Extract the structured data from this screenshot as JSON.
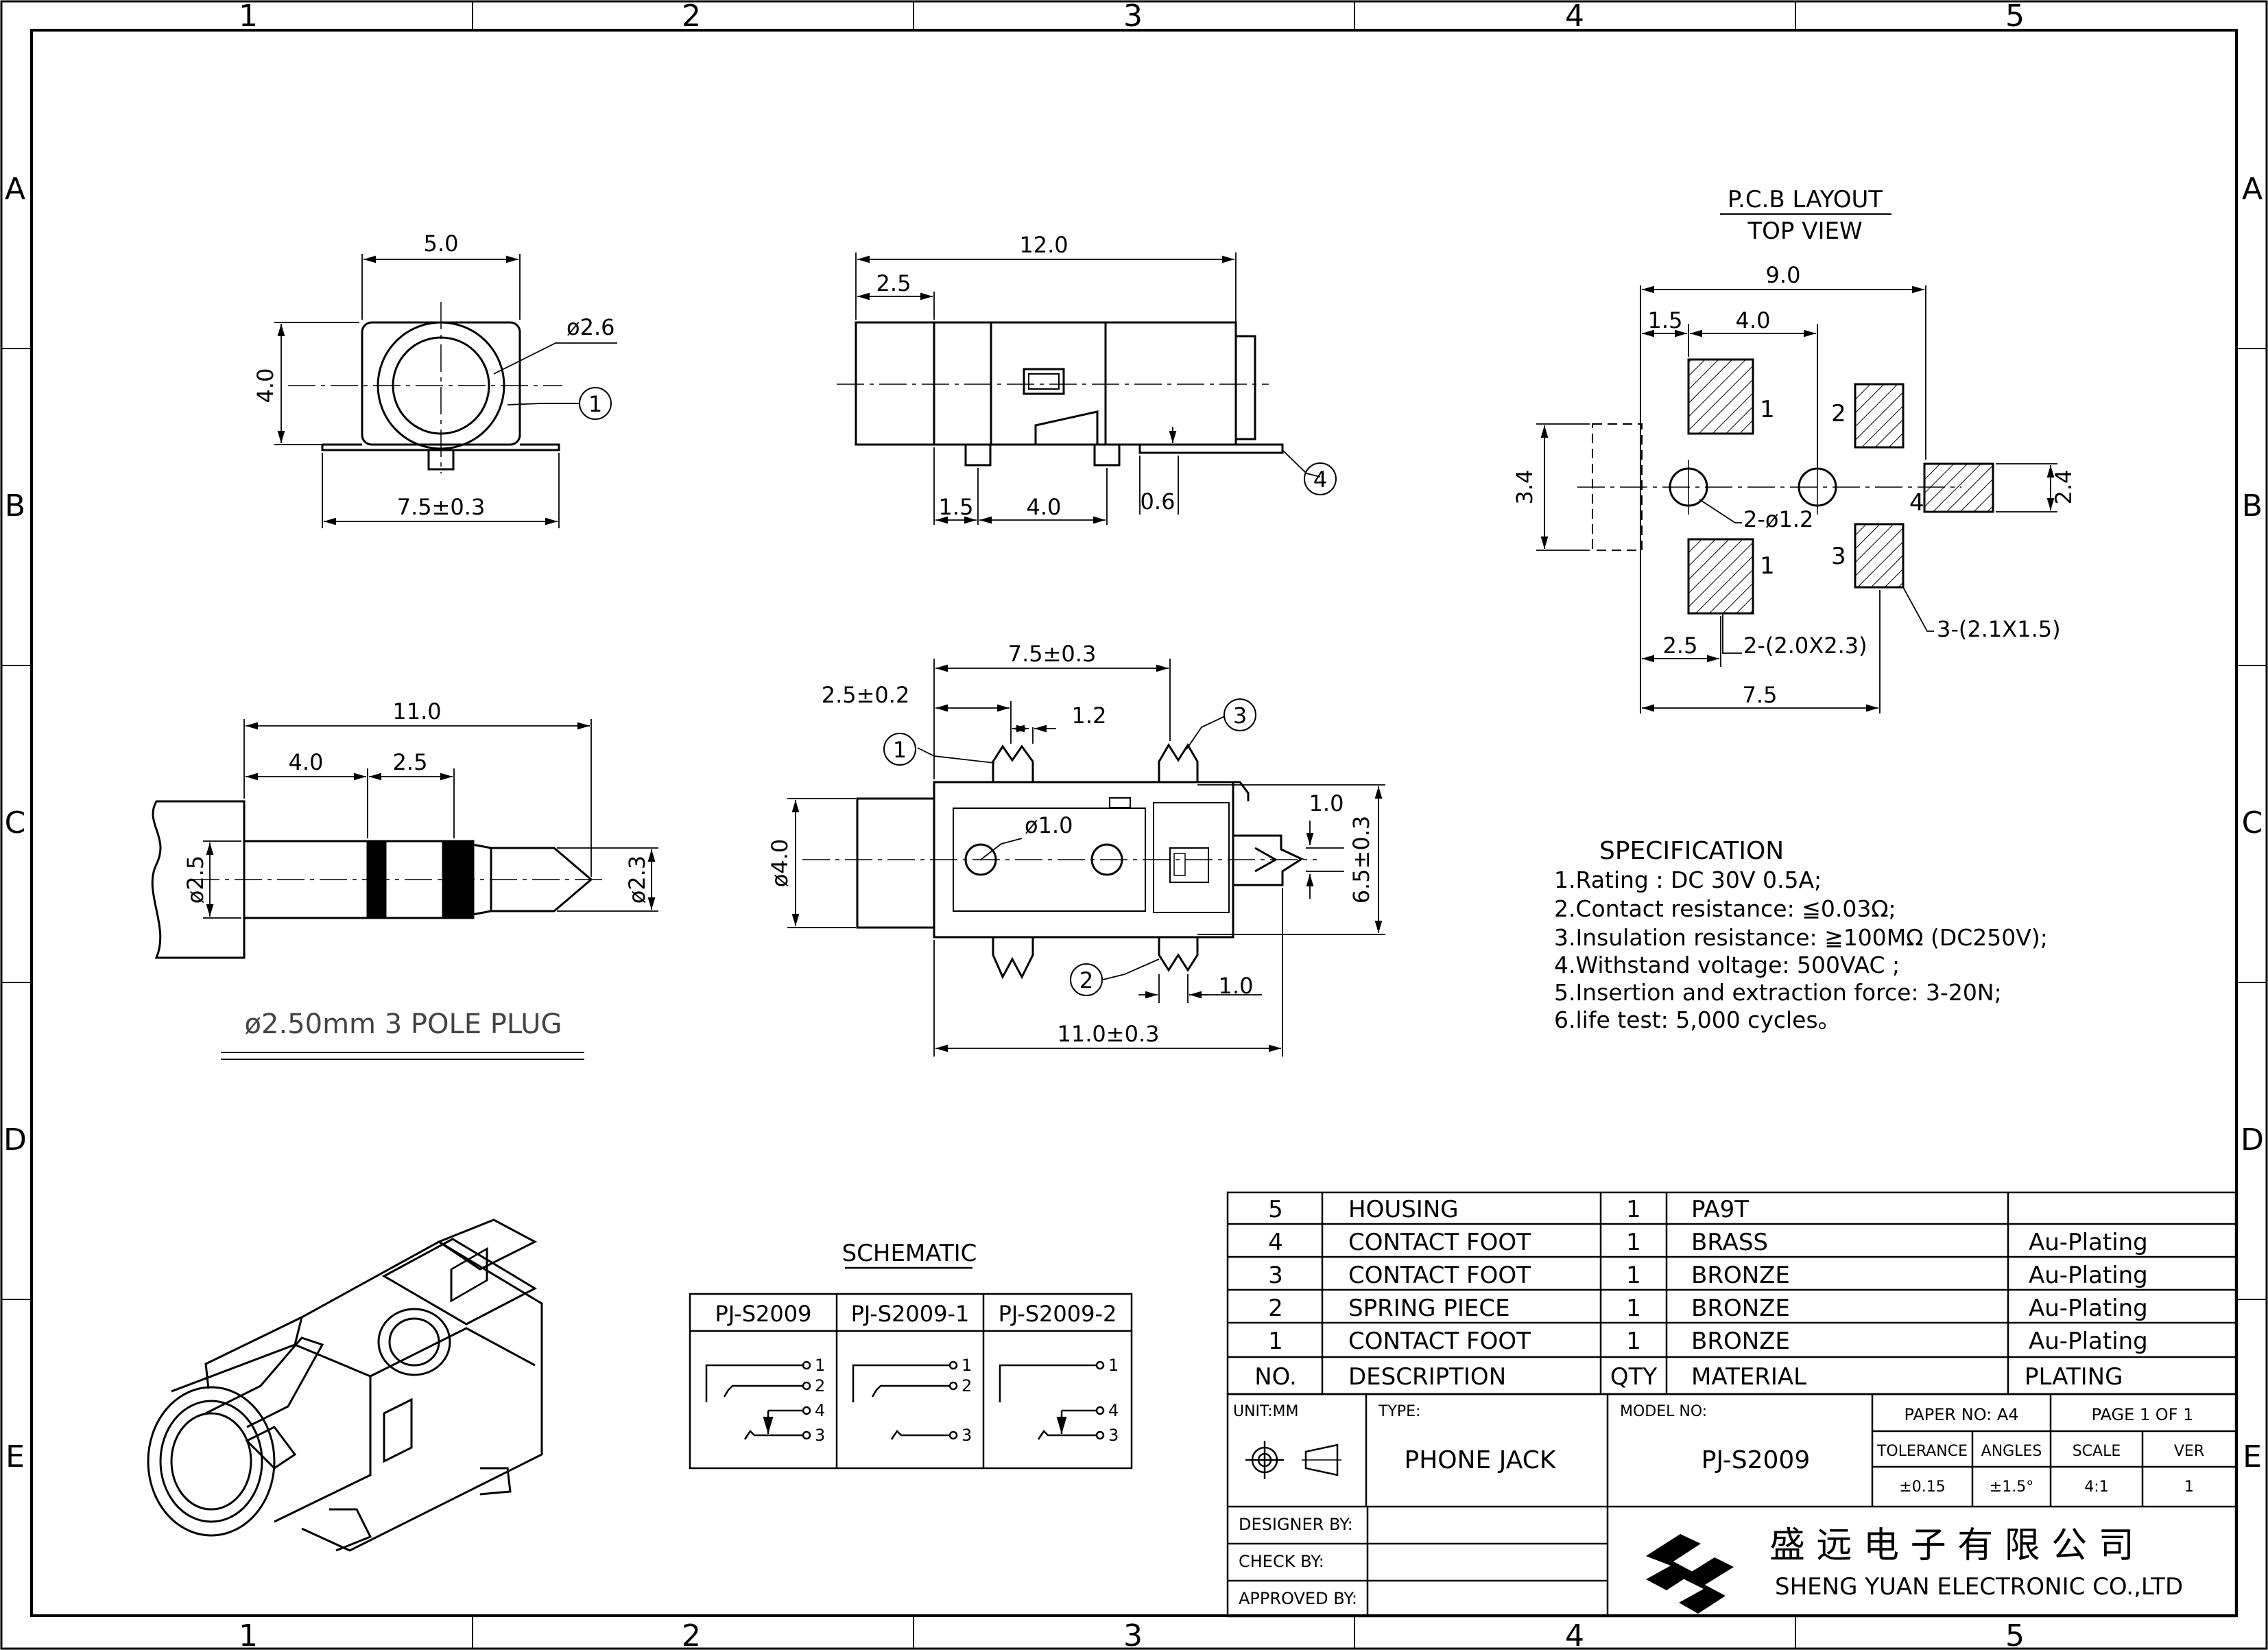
{
  "frame": {
    "columns": [
      "1",
      "2",
      "3",
      "4",
      "5"
    ],
    "rows": [
      "A",
      "B",
      "C",
      "D",
      "E"
    ]
  },
  "front_view": {
    "width": "5.0",
    "height": "4.0",
    "bore": "ø2.6",
    "base": "7.5±0.3",
    "callout": "1"
  },
  "side_view": {
    "length": "12.0",
    "nose": "2.5",
    "pin_offset": "1.5",
    "pin_pitch": "4.0",
    "foot": "0.6",
    "callout": "4"
  },
  "pcb": {
    "title": "P.C.B LAYOUT",
    "subtitle": "TOP VIEW",
    "dims": {
      "overall_width": "9.0",
      "left_offset": "1.5",
      "pad_pitch": "4.0",
      "height_left": "3.4",
      "height_right": "2.4",
      "holes": "2-ø1.2",
      "pad1": "2-(2.0X2.3)",
      "pad3": "3-(2.1X1.5)",
      "bottom_offset": "2.5",
      "bottom_width": "7.5"
    },
    "pad_labels": [
      "1",
      "2",
      "4",
      "1",
      "3"
    ]
  },
  "plug": {
    "length": "11.0",
    "seg1": "4.0",
    "seg2": "2.5",
    "dia_left": "ø2.5",
    "dia_right": "ø2.3",
    "caption": "ø2.50mm 3 POLE PLUG"
  },
  "top_view": {
    "width": "7.5±0.3",
    "offset": "2.5±0.2",
    "tab": "1.2",
    "right_gap": "1.0",
    "height": "6.5±0.3",
    "dia": "ø4.0",
    "hole": "ø1.0",
    "bottom_gap": "1.0",
    "length": "11.0±0.3",
    "callouts": [
      "1",
      "2",
      "3"
    ]
  },
  "spec": {
    "title": "SPECIFICATION",
    "items": [
      "1.Rating : DC 30V 0.5A;",
      "2.Contact resistance: ≦0.03Ω;",
      "3.Insulation resistance: ≧100MΩ (DC250V);",
      "4.Withstand voltage: 500VAC ;",
      "5.Insertion and extraction force: 3-20N;",
      "6.life test: 5,000 cycles。"
    ]
  },
  "schematic": {
    "title": "SCHEMATIC",
    "columns": [
      "PJ-S2009",
      "PJ-S2009-1",
      "PJ-S2009-2"
    ],
    "pins": {
      "a": [
        "1",
        "2",
        "4",
        "3"
      ],
      "b": [
        "1",
        "2",
        "3"
      ],
      "c": [
        "1",
        "4",
        "3"
      ]
    }
  },
  "bom": {
    "rows": [
      {
        "no": "5",
        "desc": "HOUSING",
        "qty": "1",
        "material": "PA9T",
        "plating": ""
      },
      {
        "no": "4",
        "desc": "CONTACT FOOT",
        "qty": "1",
        "material": "BRASS",
        "plating": "Au-Plating"
      },
      {
        "no": "3",
        "desc": "CONTACT FOOT",
        "qty": "1",
        "material": "BRONZE",
        "plating": "Au-Plating"
      },
      {
        "no": "2",
        "desc": "SPRING PIECE",
        "qty": "1",
        "material": "BRONZE",
        "plating": "Au-Plating"
      },
      {
        "no": "1",
        "desc": "CONTACT FOOT",
        "qty": "1",
        "material": "BRONZE",
        "plating": "Au-Plating"
      }
    ],
    "header": {
      "no": "NO.",
      "desc": "DESCRIPTION",
      "qty": "QTY",
      "material": "MATERIAL",
      "plating": "PLATING"
    }
  },
  "title_block": {
    "unit_label": "UNIT:MM",
    "type_label": "TYPE:",
    "type_value": "PHONE JACK",
    "model_label": "MODEL NO:",
    "model_value": "PJ-S2009",
    "paper_no": "PAPER NO: A4",
    "page": "PAGE 1 OF 1",
    "tolerance_label": "TOLERANCE",
    "angles_label": "ANGLES",
    "scale_label": "SCALE",
    "ver_label": "VER",
    "tolerance_value": "±0.15",
    "angles_value": "±1.5°",
    "scale_value": "4:1",
    "ver_value": "1",
    "designer": "DESIGNER BY:",
    "check": "CHECK BY:",
    "approved": "APPROVED BY:",
    "company_cn": "盛 远 电 子 有 限 公 司",
    "company_en": "SHENG YUAN ELECTRONIC CO.,LTD"
  }
}
